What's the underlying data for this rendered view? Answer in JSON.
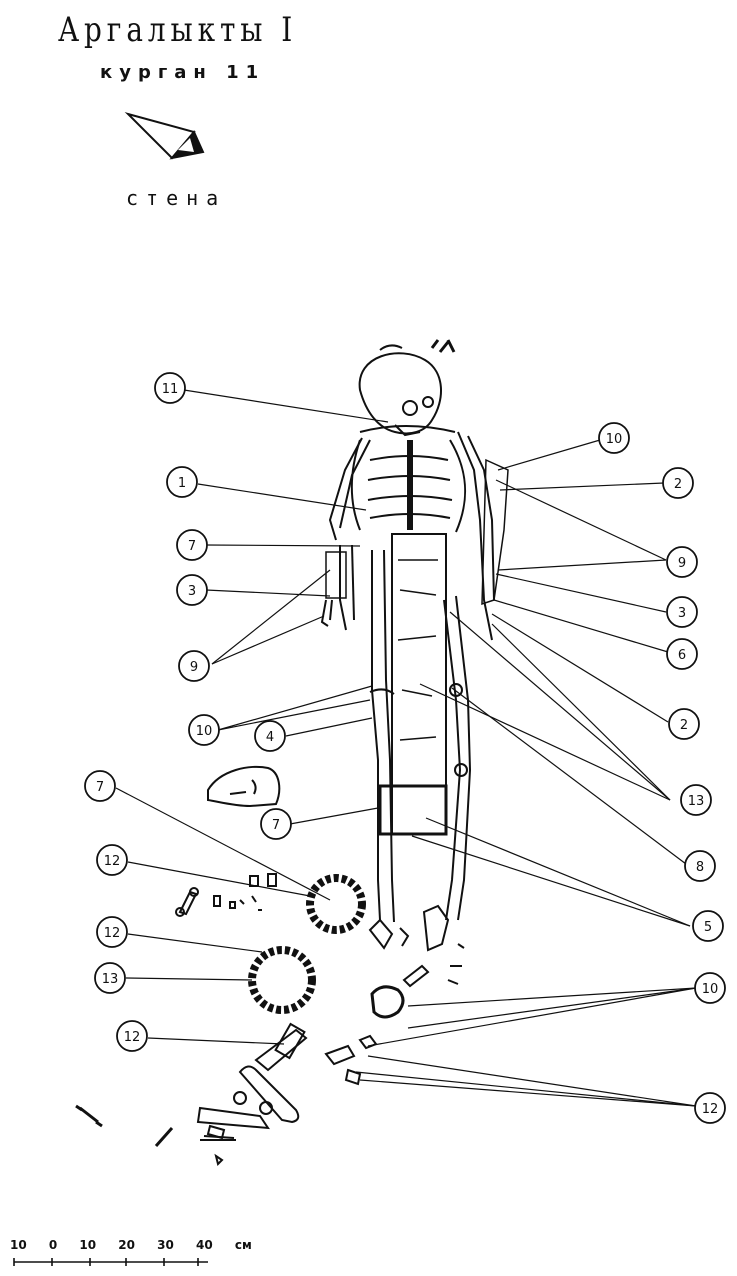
{
  "header": {
    "title": "Аргалыкты I",
    "subtitle": "курган 11",
    "wall_label": "стена"
  },
  "scale": {
    "labels": "10 0 10 20 30 40 см"
  },
  "callouts": [
    "11",
    "10",
    "1",
    "2",
    "7",
    "9",
    "3",
    "3",
    "9",
    "6",
    "2",
    "10",
    "7",
    "4",
    "13",
    "7",
    "8",
    "12",
    "5",
    "12",
    "13",
    "10",
    "12",
    "12"
  ],
  "colors": {
    "ink": "#111111",
    "paper": "#ffffff"
  }
}
